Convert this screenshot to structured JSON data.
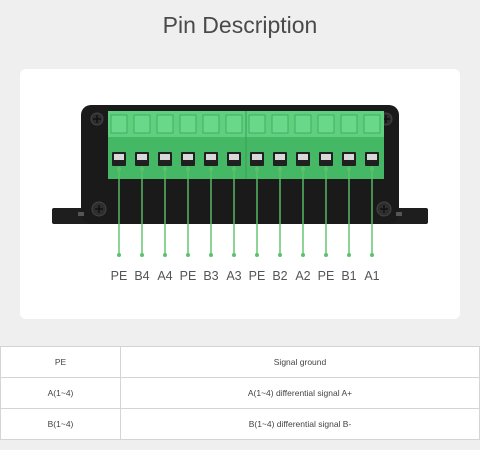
{
  "page_title": "Pin Description",
  "pins": [
    "PE",
    "B4",
    "A4",
    "PE",
    "B3",
    "A3",
    "PE",
    "B2",
    "A2",
    "PE",
    "B1",
    "A1"
  ],
  "table": {
    "rows": [
      {
        "pin": "PE",
        "description": "Signal ground"
      },
      {
        "pin": "A(1~4)",
        "description": "A(1~4) differential signal A+"
      },
      {
        "pin": "B(1~4)",
        "description": "B(1~4) differential signal B-"
      }
    ]
  },
  "colors": {
    "terminal_green": "#4cbf6e",
    "leader_line": "#5cc26b",
    "enclosure": "#1e1e1e"
  }
}
